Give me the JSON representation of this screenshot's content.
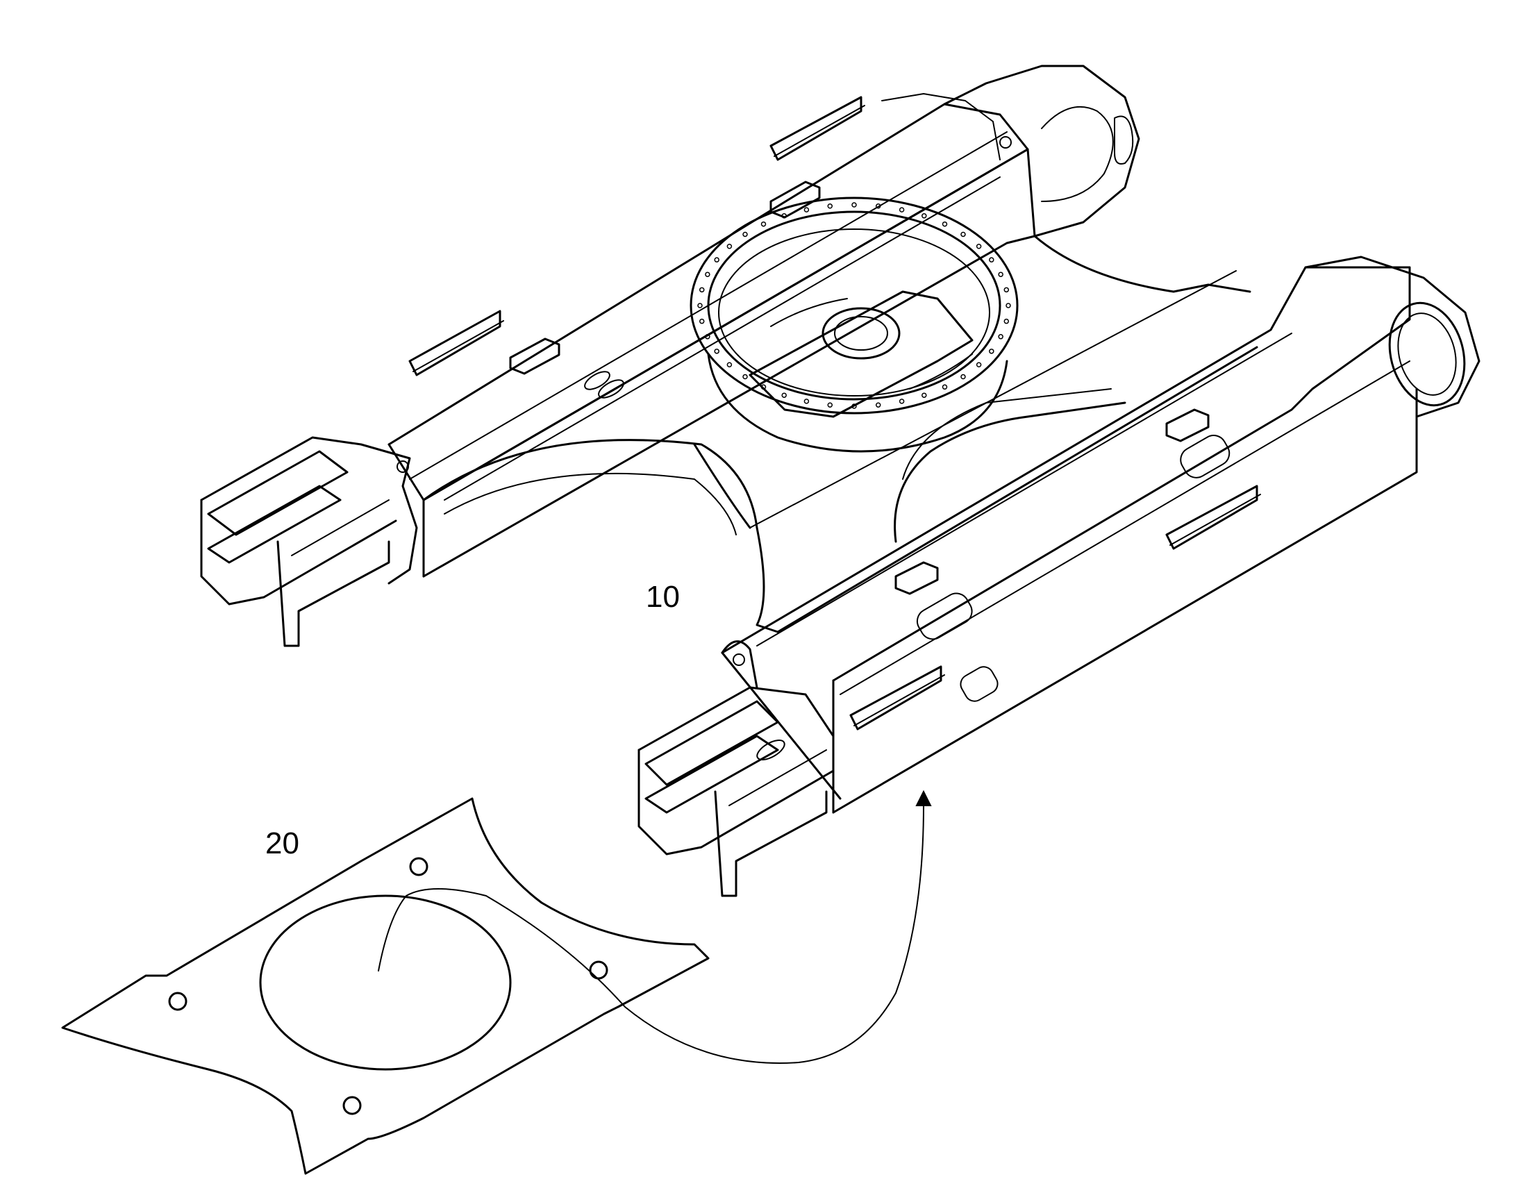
{
  "figure": {
    "labels": [
      {
        "id": "10",
        "text": "10"
      },
      {
        "id": "20",
        "text": "20"
      }
    ],
    "colors": {
      "line": "#000000",
      "background": "#ffffff"
    }
  }
}
